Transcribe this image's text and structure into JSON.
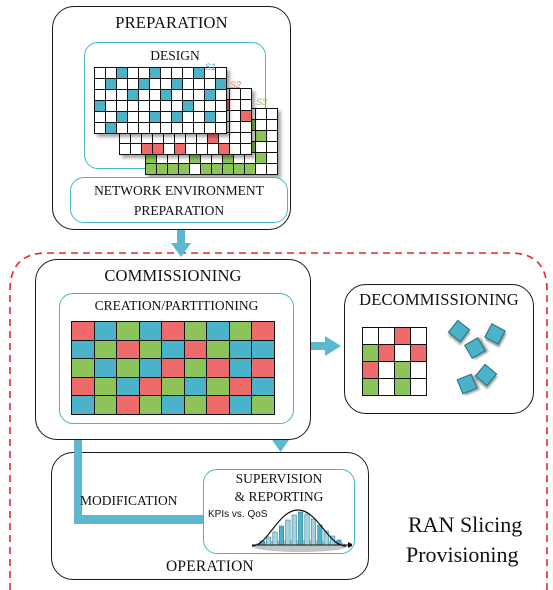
{
  "colors": {
    "cyan": "#4bb3c9",
    "red": "#ef6b6b",
    "green": "#8dc45a",
    "dashed_border": "#e0282e",
    "arrow": "#5bb8cf"
  },
  "preparation": {
    "title": "PREPARATION",
    "design": {
      "title": "DESIGN",
      "slice_labels": [
        "S1",
        "S2",
        "S3"
      ]
    },
    "network_env": {
      "line1": "NETWORK ENVIRONMENT",
      "line2": "PREPARATION"
    }
  },
  "commissioning": {
    "title": "COMMISSIONING",
    "creation_title": "CREATION/PARTITIONING"
  },
  "decommissioning": {
    "title": "DECOMMISSIONING"
  },
  "operation": {
    "title": "OPERATION",
    "modification": "MODIFICATION",
    "supervision": {
      "line1": "SUPERVISION",
      "line2": "& REPORTING",
      "kpi": "KPIs vs. QoS"
    }
  },
  "provisioning_label": {
    "line1": "RAN Slicing",
    "line2": "Provisioning"
  }
}
